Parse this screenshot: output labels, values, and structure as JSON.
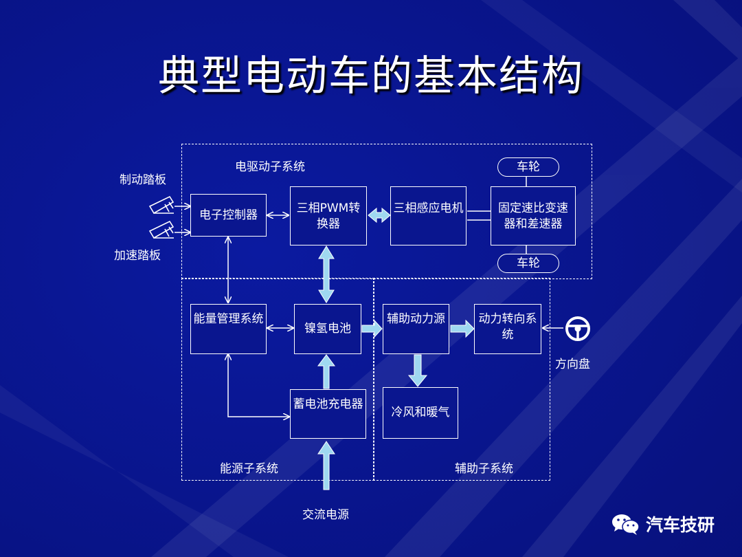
{
  "title": "典型电动车的基本结构",
  "subsystems": {
    "drive": "电驱动子系统",
    "energy": "能源子系统",
    "aux": "辅助子系统"
  },
  "inputs": {
    "brake_pedal": "制动踏板",
    "accel_pedal": "加速踏板",
    "steering_wheel": "方向盘",
    "ac_power": "交流电源"
  },
  "blocks": {
    "ecu": "电子控制器",
    "pwm": "三相PWM转换器",
    "motor": "三相感应电机",
    "gearbox": "固定速比变速器和差速器",
    "wheel_top": "车轮",
    "wheel_bottom": "车轮",
    "ems": "能量管理系统",
    "battery": "镍氢电池",
    "charger": "蓄电池充电器",
    "aux_power": "辅助动力源",
    "power_steering": "动力转向系统",
    "hvac": "冷风和暖气"
  },
  "brand": {
    "name": "汽车技研",
    "icon": "wechat-icon"
  },
  "colors": {
    "background": "#0a148e",
    "arrow_fill": "#9fd8f0",
    "text": "#ffffff"
  }
}
